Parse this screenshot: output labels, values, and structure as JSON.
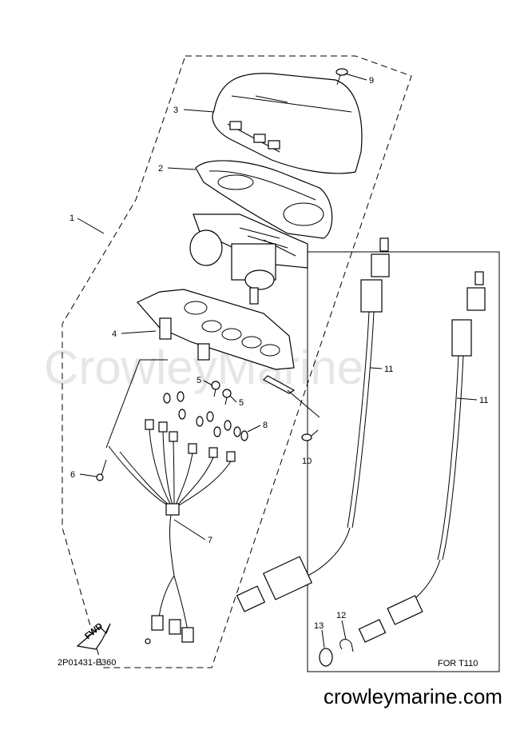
{
  "callouts": {
    "c1": "1",
    "c2": "2",
    "c3": "3",
    "c4": "4",
    "c5a": "5",
    "c5b": "5",
    "c6": "6",
    "c7": "7",
    "c8": "8",
    "c9": "9",
    "c10": "10",
    "c11a": "11",
    "c11b": "11",
    "c12": "12",
    "c13": "13"
  },
  "inset_label": "FOR T110",
  "fwd_label": "FWD",
  "diagram_code": "2P01431-E360",
  "watermark": "CrowleyMarine",
  "footer_url": "crowleymarine.com"
}
